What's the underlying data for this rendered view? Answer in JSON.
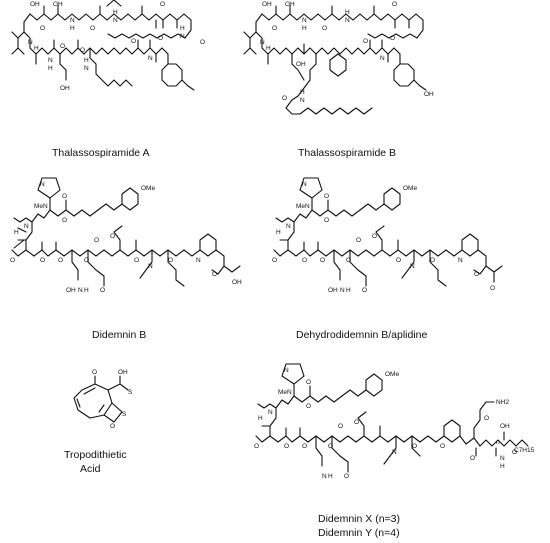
{
  "figure": {
    "panels": [
      {
        "id": "thalassospiramide-a",
        "caption": [
          "Thalassospiramide A"
        ],
        "atoms": [
          "OH",
          "OH",
          "H",
          "N",
          "O",
          "N",
          "H",
          "O",
          "H",
          "N",
          "O",
          "O",
          "N",
          "O",
          "H",
          "N",
          "O",
          "N",
          "H",
          "O",
          "H",
          "N",
          "O",
          "OH"
        ]
      },
      {
        "id": "thalassospiramide-b",
        "caption": [
          "Thalassospiramide B"
        ],
        "atoms": [
          "OH",
          "OH",
          "H",
          "N",
          "O",
          "N",
          "H",
          "O",
          "H",
          "N",
          "O",
          "O",
          "N",
          "O",
          "OH",
          "H",
          "N",
          "O",
          "OH"
        ]
      },
      {
        "id": "didemnin-b",
        "caption": [
          "Didemnin B"
        ],
        "atoms": [
          "N",
          "O",
          "O",
          "MeN",
          "OMe",
          "H",
          "N",
          "O",
          "O",
          "O",
          "O",
          "O",
          "O",
          "O",
          "N",
          "H",
          "O",
          "N",
          "O",
          "N",
          "O",
          "OH",
          "OH"
        ]
      },
      {
        "id": "dehydrodidemnin-b",
        "caption": [
          "Dehydrodidemnin B/aplidine"
        ],
        "atoms": [
          "N",
          "O",
          "O",
          "MeN",
          "OMe",
          "H",
          "N",
          "O",
          "O",
          "O",
          "O",
          "O",
          "O",
          "O",
          "N",
          "H",
          "O",
          "N",
          "O",
          "N",
          "O",
          "O",
          "OH"
        ]
      },
      {
        "id": "tropodithietic-acid",
        "caption": [
          "Tropodithietic",
          "Acid"
        ],
        "atoms": [
          "O",
          "OH",
          "S",
          "S",
          "O"
        ]
      },
      {
        "id": "didemnin-x-y",
        "caption": [
          "Didemnin X (n=3)",
          "Didemnin Y (n=4)"
        ],
        "atoms": [
          "N",
          "O",
          "O",
          "MeN",
          "OMe",
          "H",
          "N",
          "O",
          "O",
          "O",
          "O",
          "O",
          "O",
          "N",
          "H",
          "O",
          "N",
          "O",
          "O",
          "O",
          "NH2",
          "O",
          "n",
          "N",
          "H",
          "O",
          "OH",
          "C7H15"
        ]
      }
    ]
  }
}
